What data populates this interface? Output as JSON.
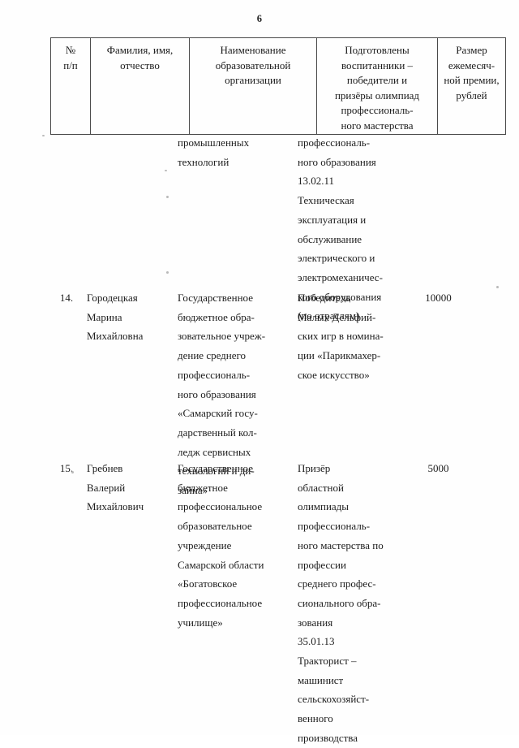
{
  "page": {
    "number": "6"
  },
  "table": {
    "headers": {
      "num": [
        "№",
        "п/п"
      ],
      "name": [
        "Фамилия, имя,",
        "отчество"
      ],
      "organization": [
        "Наименование",
        "образовательной",
        "организации"
      ],
      "prepared": [
        "Подготовлены",
        "воспитанники –",
        "победители и",
        "призёры олимпиад",
        "профессиональ-",
        "ного мастерства"
      ],
      "amount": [
        "Размер",
        "ежемесяч-",
        "ной премии,",
        "рублей"
      ]
    },
    "rows": [
      {
        "num": "",
        "name": [],
        "organization": [
          "промышленных",
          "технологий"
        ],
        "prepared": [
          "профессиональ-",
          "ного образования",
          "13.02.11",
          "Техническая",
          "эксплуатация и",
          "обслуживание",
          "электрического и",
          "электромеханичес-",
          "кого оборудования",
          "(по отраслям)"
        ],
        "amount": ""
      },
      {
        "num": "14.",
        "name": [
          "Городецкая",
          "Марина",
          "Михайловна"
        ],
        "organization": [
          "Государственное",
          "бюджетное обра-",
          "зовательное учреж-",
          "дение среднего",
          "профессиональ-",
          "ного образования",
          "«Самарский госу-",
          "дарственный кол-",
          "ледж сервисных",
          "технологий и ди-",
          "зайна»"
        ],
        "prepared": [
          "Победитель",
          "Малых Дельфий-",
          "ских игр в номина-",
          "ции «Парикмахер-",
          "ское искусство»"
        ],
        "amount": "10000"
      },
      {
        "num": "15.",
        "name": [
          "Гребнев",
          "Валерий",
          "Михайлович"
        ],
        "organization": [
          "Государственное",
          "бюджетное",
          "профессиональное",
          "образовательное",
          "учреждение",
          "Самарской области",
          "«Богатовское",
          "профессиональное",
          "училище»"
        ],
        "prepared": [
          "Призёр",
          "областной",
          "олимпиады",
          "профессиональ-",
          "ного мастерства по",
          "профессии",
          "среднего профес-",
          "сионального обра-",
          "зования",
          "35.01.13",
          "Тракторист –",
          "машинист",
          "сельскохозяйст-",
          "венного",
          "производства"
        ],
        "amount": "5000"
      }
    ]
  }
}
